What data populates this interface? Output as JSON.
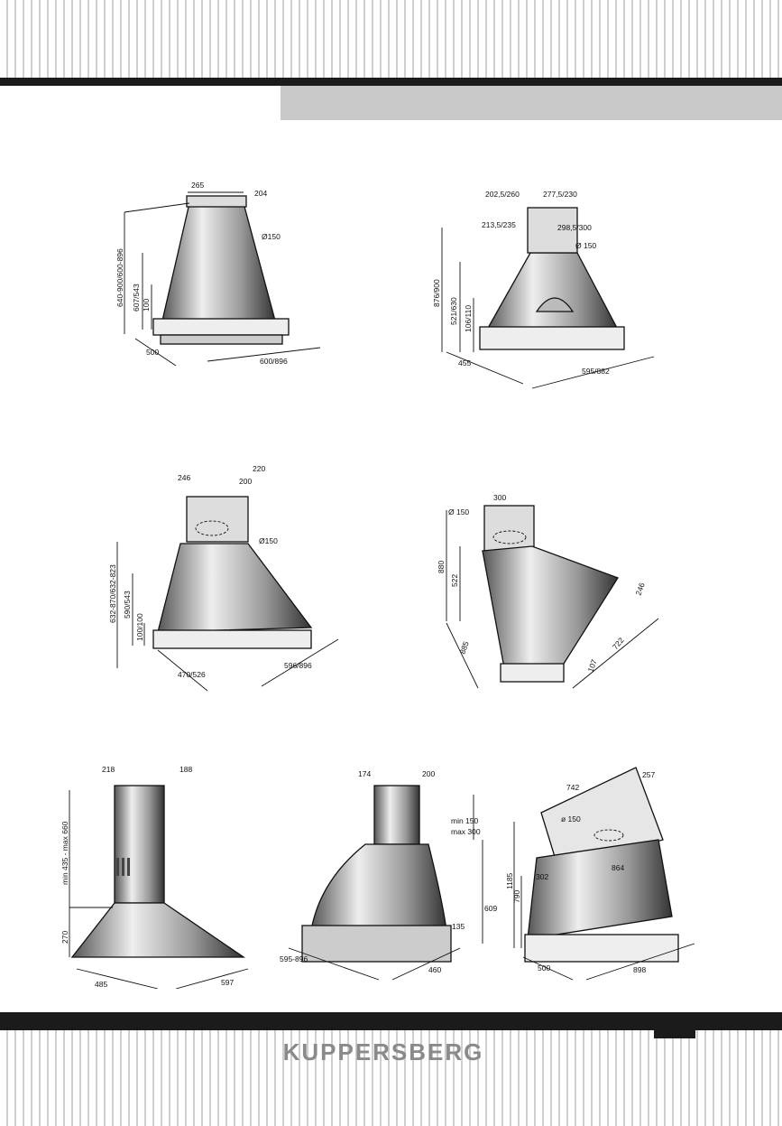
{
  "brand": "KUPPERSBERG",
  "colors": {
    "bar": "#1b1b1b",
    "band": "#c8c8c8",
    "brand_text": "#8a8a8a"
  },
  "d1": {
    "top_w": "265",
    "top_d": "204",
    "height": "640-900/600-896",
    "h2": "607/543",
    "h3": "100",
    "duct": "Ø150",
    "depth": "500",
    "width": "600/896"
  },
  "d2": {
    "t1": "202,5/260",
    "t2": "277,5/230",
    "t3": "213,5/235",
    "t4": "298,5/300",
    "duct": "Ø 150",
    "height": "876/900",
    "h2": "521/630",
    "h3": "106/110",
    "depth": "455",
    "width": "595/882"
  },
  "d3": {
    "a": "246",
    "b": "220",
    "c": "200",
    "duct": "Ø150",
    "height": "632-870/632-823",
    "h2": "590/543",
    "h3": "100/100",
    "depth": "470/526",
    "width": "596/896"
  },
  "d4": {
    "duct": "Ø 150",
    "top": "300",
    "height": "880",
    "h2": "522",
    "side": "246",
    "depth": "885",
    "width": "722",
    "h3": "107"
  },
  "d5": {
    "a": "218",
    "b": "188",
    "height": "min 435 - max 660",
    "h2": "270",
    "depth": "485",
    "width": "597"
  },
  "d6": {
    "a": "174",
    "b": "200",
    "min": "min 150",
    "max": "max 300",
    "height": "609",
    "h2": "135",
    "width": "595-896",
    "depth": "460"
  },
  "d7": {
    "a": "742",
    "b": "257",
    "duct": "ø 150",
    "c": "864",
    "d": "302",
    "height": "1185",
    "h2": "790",
    "depth": "500",
    "width": "898"
  }
}
